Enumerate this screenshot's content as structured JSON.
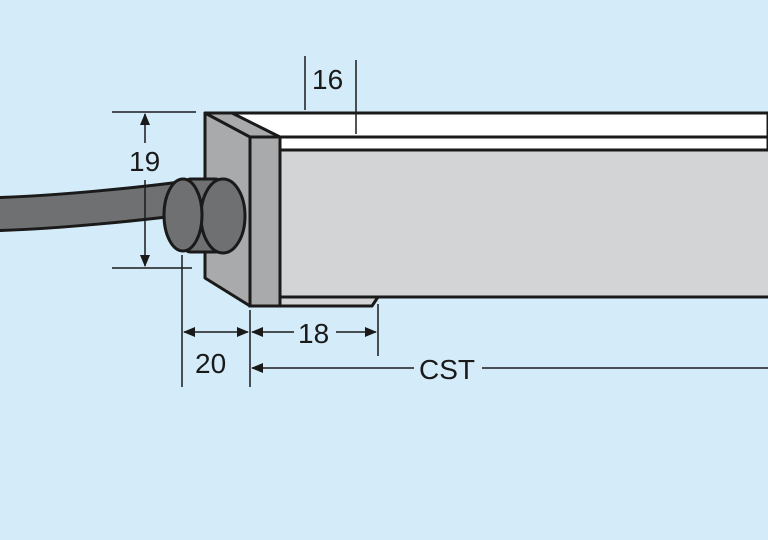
{
  "colors": {
    "background": "#d4ebf9",
    "outline": "#1a1a1a",
    "end_cap": "#a9aaac",
    "body_face": "#d3d4d6",
    "top_strip": "#ffffff",
    "cable": "#6f7072",
    "dimension_line": "#1a1a1a"
  },
  "dimensions": {
    "top_width": "16",
    "height": "19",
    "connector_length": "20",
    "cap_length": "18",
    "total_length": "CST"
  },
  "icons": {
    "cable": "cable-icon",
    "connector": "connector-icon"
  }
}
